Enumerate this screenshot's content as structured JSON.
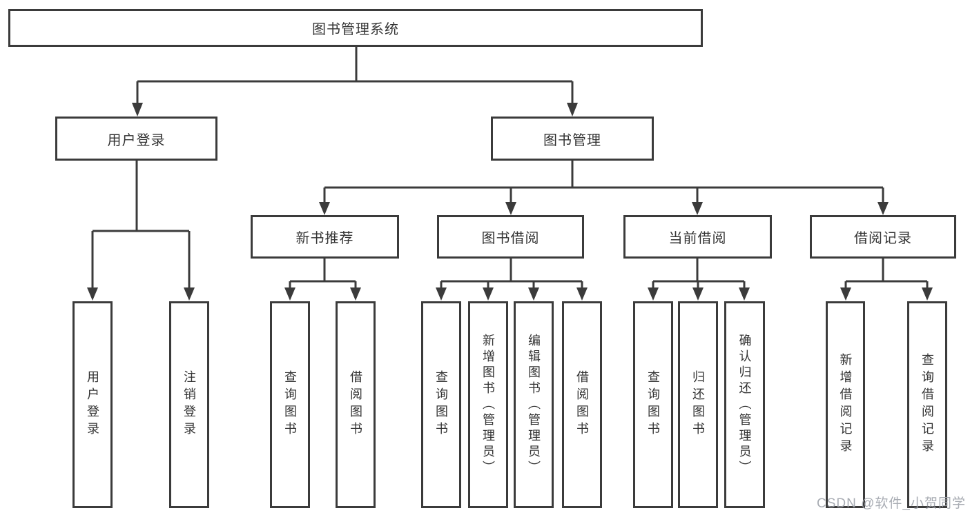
{
  "diagram": {
    "root": {
      "label": "图书管理系统"
    },
    "branches": [
      {
        "label": "用户登录",
        "children": [
          {
            "label": "用户登录"
          },
          {
            "label": "注销登录"
          }
        ]
      },
      {
        "label": "图书管理",
        "children": [
          {
            "label": "新书推荐",
            "children": [
              {
                "label": "查询图书"
              },
              {
                "label": "借阅图书"
              }
            ]
          },
          {
            "label": "图书借阅",
            "children": [
              {
                "label": "查询图书"
              },
              {
                "label": "新增图书（管理员）"
              },
              {
                "label": "编辑图书（管理员）"
              },
              {
                "label": "借阅图书"
              }
            ]
          },
          {
            "label": "当前借阅",
            "children": [
              {
                "label": "查询图书"
              },
              {
                "label": "归还图书"
              },
              {
                "label": "确认归还（管理员）"
              }
            ]
          },
          {
            "label": "借阅记录",
            "children": [
              {
                "label": "新增借阅记录"
              },
              {
                "label": "查询借阅记录"
              }
            ]
          }
        ]
      }
    ]
  },
  "watermark": {
    "text": "CSDN @软件_小贺同学"
  },
  "colors": {
    "line": "#3b3b3b",
    "text": "#333333",
    "background": "#ffffff",
    "watermark": "#9ea3ab"
  }
}
